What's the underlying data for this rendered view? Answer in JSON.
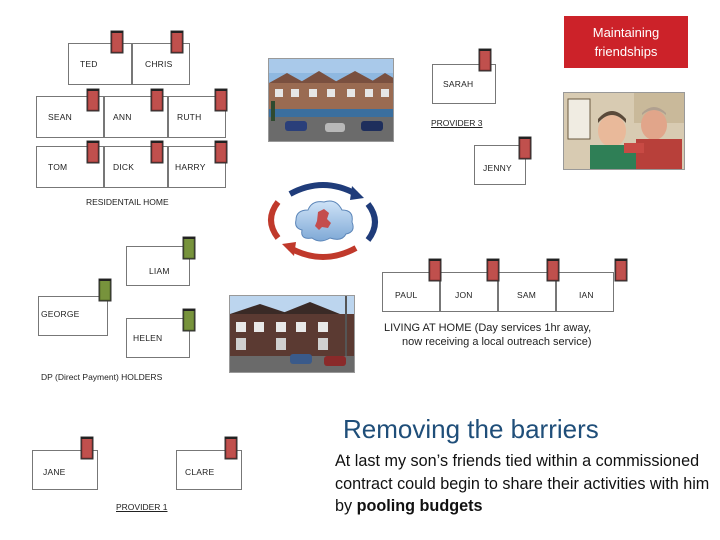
{
  "banner": {
    "text": "Maintaining friendships",
    "color": "#cc2229"
  },
  "residential_home": {
    "caption": "RESIDENTAIL HOME",
    "rooms": [
      "TED",
      "CHRIS",
      "SEAN",
      "ANN",
      "RUTH",
      "TOM",
      "DICK",
      "HARRY"
    ]
  },
  "provider3": {
    "sarah": "SARAH",
    "label": "PROVIDER 3",
    "jenny": "JENNY"
  },
  "center_icon": {
    "label": "map-cycle-icon"
  },
  "dp": {
    "liam": "LIAM",
    "george": "GEORGE",
    "helen": "HELEN",
    "caption": "DP (Direct Payment) HOLDERS"
  },
  "living_home": {
    "rooms": [
      "PAUL",
      "JON",
      "SAM",
      "IAN"
    ],
    "caption_line1": "LIVING AT HOME (Day services 1hr away,",
    "caption_line2": "now receiving a local outreach service)"
  },
  "provider1": {
    "jane": "JANE",
    "clare": "CLARE",
    "label": "PROVIDER 1"
  },
  "heading": "Removing the barriers",
  "body": {
    "text": "At last my son’s friends tied within a commissioned contract could begin to share their activities with him by ",
    "bold": "pooling budgets"
  },
  "colors": {
    "red_door": "#c0504d",
    "green_door": "#77933c",
    "heading": "#1f4e79"
  }
}
